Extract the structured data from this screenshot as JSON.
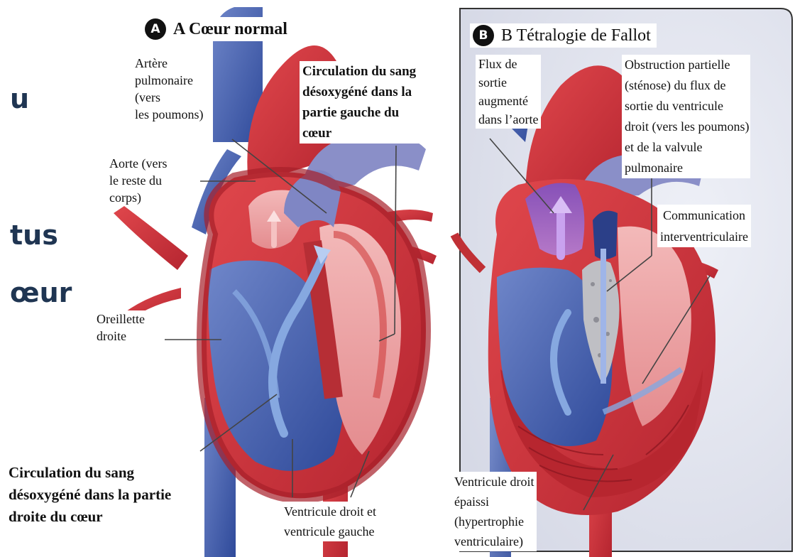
{
  "side_text": [
    "u",
    "tus",
    "œur"
  ],
  "panel_a": {
    "badge": "A",
    "title": "A Cœur normal",
    "labels": {
      "pulmonary_artery": [
        "Artère",
        "pulmonaire",
        "(vers",
        "les poumons)"
      ],
      "left_circulation": [
        "Circulation du sang",
        "désoxygéné dans la",
        "partie gauche du",
        "cœur"
      ],
      "aorta": [
        "Aorte (vers",
        "le reste du",
        "corps)"
      ],
      "right_atrium": [
        "Oreillette",
        "droite"
      ],
      "right_circulation": [
        "Circulation du sang",
        "désoxygéné dans la partie",
        "droite du cœur"
      ],
      "ventricles": [
        "Ventricule droit et",
        "ventricule gauche"
      ]
    }
  },
  "panel_b": {
    "badge": "B",
    "title": "B Tétralogie de Fallot",
    "labels": {
      "aortic_flow": [
        "Flux de",
        "sortie",
        "augmenté",
        "dans l’aorte"
      ],
      "obstruction": [
        "Obstruction partielle",
        "(sténose) du flux de",
        "sortie du ventricule",
        "droit (vers les poumons)",
        "et de la valvule",
        "pulmonaire"
      ],
      "vsd": [
        "Communication",
        "interventriculaire"
      ],
      "hypertrophy": [
        "Ventricule droit",
        "épaissi",
        "(hypertrophie",
        "ventriculaire)"
      ]
    }
  },
  "colors": {
    "oxygenated": "#d9534f",
    "deoxygenated": "#3d5fa8",
    "muscle": "#c9363a",
    "panel_border": "#333333"
  }
}
